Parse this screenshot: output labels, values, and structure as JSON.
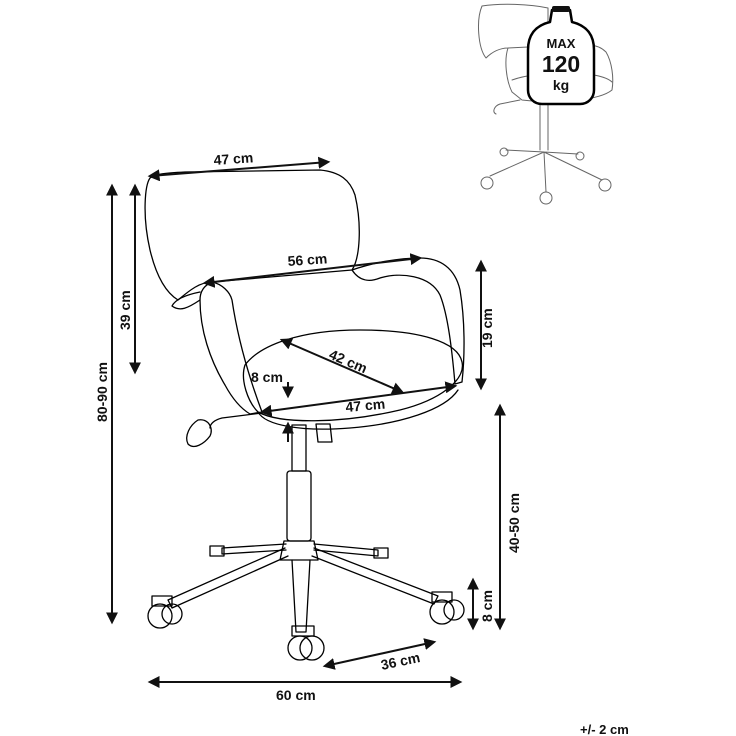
{
  "dimensions": {
    "backrest_width": "47 cm",
    "arm_width": "56 cm",
    "seat_depth": "42 cm",
    "seat_width": "47 cm",
    "seat_thickness": "8 cm",
    "backrest_height": "39 cm",
    "total_height": "80-90 cm",
    "arm_height": "19 cm",
    "seat_height": "40-50 cm",
    "caster_height": "8 cm",
    "leg_length": "36 cm",
    "base_width": "60 cm"
  },
  "max_load": {
    "label": "MAX",
    "value": "120",
    "unit": "kg"
  },
  "tolerance": "+/- 2 cm"
}
